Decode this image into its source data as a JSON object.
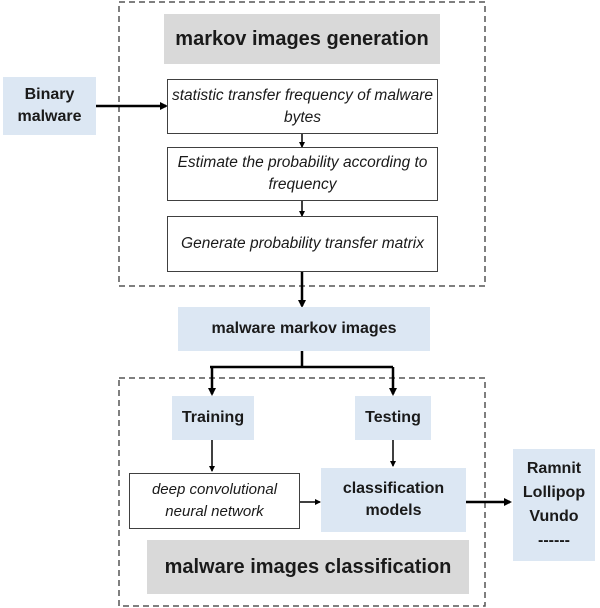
{
  "diagram": {
    "generation": {
      "title": "markov images generation",
      "steps": [
        "statistic transfer frequency of malware bytes",
        "Estimate the probability according to frequency",
        "Generate probability transfer matrix"
      ]
    },
    "input": "Binary malware",
    "markov_images": "malware markov images",
    "classification": {
      "title": "malware images classification",
      "training": "Training",
      "testing": "Testing",
      "network": "deep convolutional neural network",
      "models": "classification models"
    },
    "outputs": {
      "lines": [
        "Ramnit",
        "Lollipop",
        "Vundo",
        "------"
      ]
    }
  }
}
